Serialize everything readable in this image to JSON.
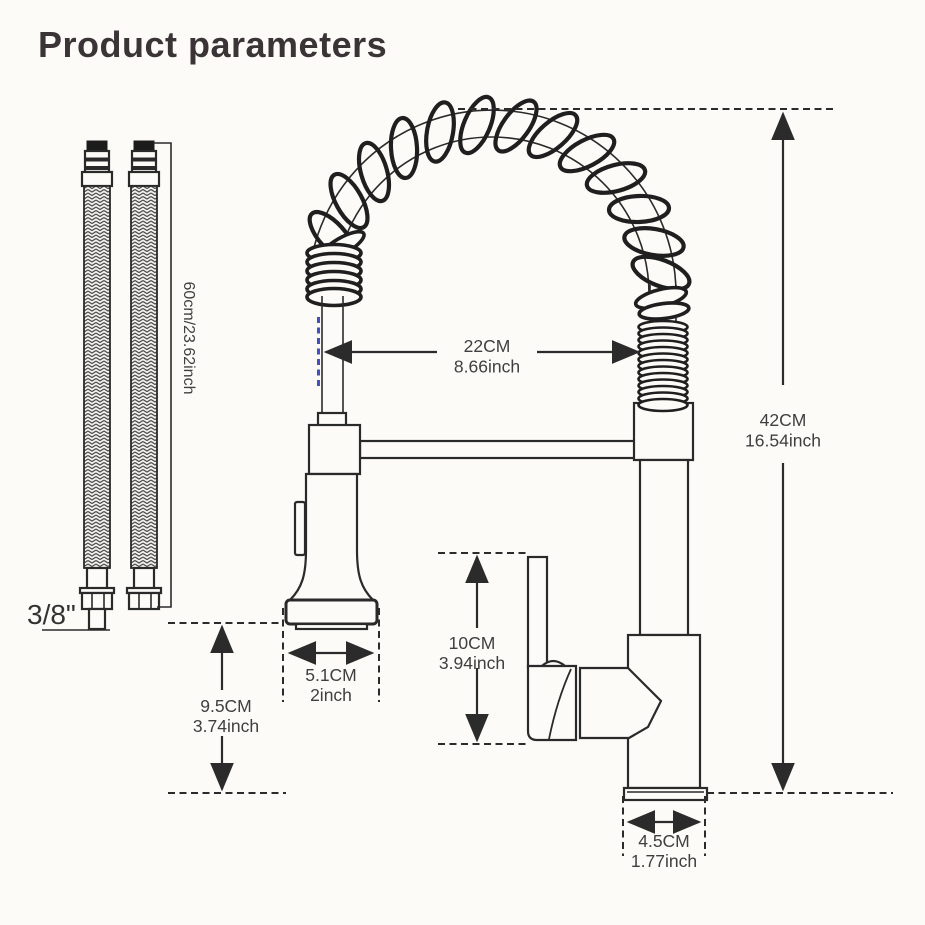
{
  "title": "Product parameters",
  "colors": {
    "background": "#fcfbf8",
    "line": "#2a2a2a",
    "text": "#3f3f3f",
    "accent_blue": "#4450bd",
    "title_text": "#3b3437"
  },
  "hose": {
    "length_label": "60cm/23.62inch",
    "thread_label": "3/8\""
  },
  "dims": {
    "spout_reach": {
      "cm": "22CM",
      "inch": "8.66inch"
    },
    "total_height": {
      "cm": "42CM",
      "inch": "16.54inch"
    },
    "handle_height": {
      "cm": "10CM",
      "inch": "3.94inch"
    },
    "spray_head_width": {
      "cm": "5.1CM",
      "inch": "2inch"
    },
    "spout_clearance": {
      "cm": "9.5CM",
      "inch": "3.74inch"
    },
    "base_width": {
      "cm": "4.5CM",
      "inch": "1.77inch"
    }
  }
}
